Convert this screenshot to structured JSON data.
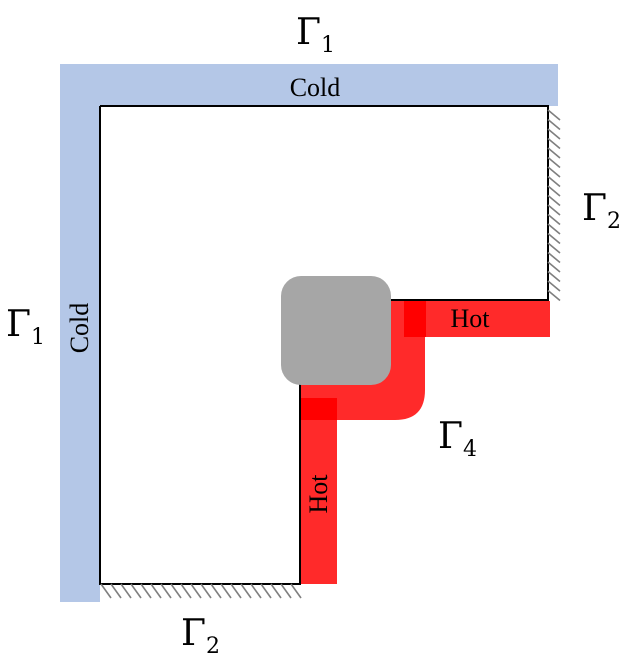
{
  "diagram": {
    "regions": {
      "cold_top": "Cold",
      "cold_left": "Cold",
      "hot_right": "Hot",
      "hot_bottom": "Hot"
    },
    "boundaries": {
      "top": {
        "symbol": "Γ",
        "index": "1"
      },
      "left": {
        "symbol": "Γ",
        "index": "1"
      },
      "right": {
        "symbol": "Γ",
        "index": "2"
      },
      "bottom": {
        "symbol": "Γ",
        "index": "2"
      },
      "inner": {
        "symbol": "Γ",
        "index": "4"
      }
    },
    "colors": {
      "cold": "#b4c7e7",
      "hot": "#ff2a2a",
      "hot_dark": "#ff0000",
      "obstacle": "#a6a6a6",
      "wall_line": "#000000",
      "hatch": "#7f7f7f"
    }
  }
}
